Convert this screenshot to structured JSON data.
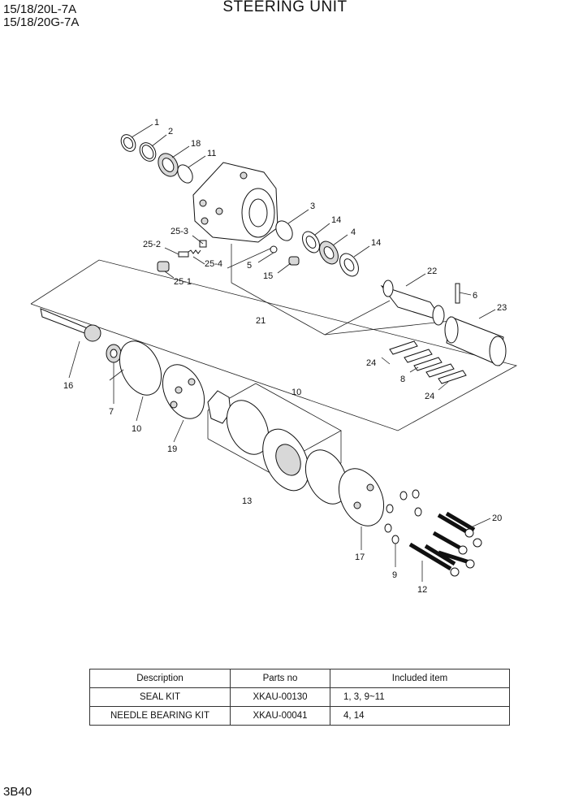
{
  "header": {
    "model_line1": "15/18/20L-7A",
    "model_line2": "15/18/20G-7A",
    "title": "STEERING UNIT"
  },
  "callouts": {
    "c1": "1",
    "c2": "2",
    "c18": "18",
    "c11": "11",
    "c3": "3",
    "c14a": "14",
    "c4": "4",
    "c14b": "14",
    "c25_3": "25-3",
    "c25_2": "25-2",
    "c25_4": "25-4",
    "c25_1": "25-1",
    "c5": "5",
    "c15": "15",
    "c22": "22",
    "c6": "6",
    "c23": "23",
    "c21": "21",
    "c24a": "24",
    "c8": "8",
    "c24b": "24",
    "c10a": "10",
    "c16": "16",
    "c7": "7",
    "c10b": "10",
    "c19": "19",
    "c13": "13",
    "c20": "20",
    "c17": "17",
    "c9": "9",
    "c12": "12"
  },
  "kits_table": {
    "headers": [
      "Description",
      "Parts no",
      "Included item"
    ],
    "rows": [
      [
        "SEAL KIT",
        "XKAU-00130",
        "1, 3, 9~11"
      ],
      [
        "NEEDLE BEARING KIT",
        "XKAU-00041",
        "4, 14"
      ]
    ]
  },
  "footer": {
    "page_code": "3B40"
  }
}
